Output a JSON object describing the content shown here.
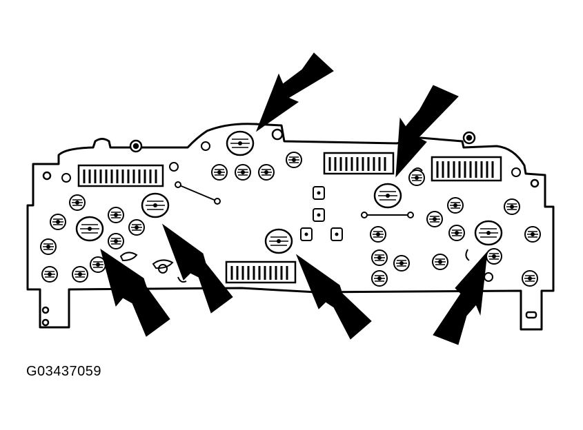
{
  "figure": {
    "id": "G03437059"
  },
  "colors": {
    "line": "#000000",
    "fill": "#ffffff"
  },
  "callout_arrows": [
    {
      "target": "upper-center-bulb-socket"
    },
    {
      "target": "right-center-bulb-socket"
    },
    {
      "target": "left-lower-bulb-socket"
    },
    {
      "target": "left-center-bulb-socket"
    },
    {
      "target": "center-lower-bulb-socket"
    },
    {
      "target": "right-lower-bulb-socket"
    }
  ]
}
